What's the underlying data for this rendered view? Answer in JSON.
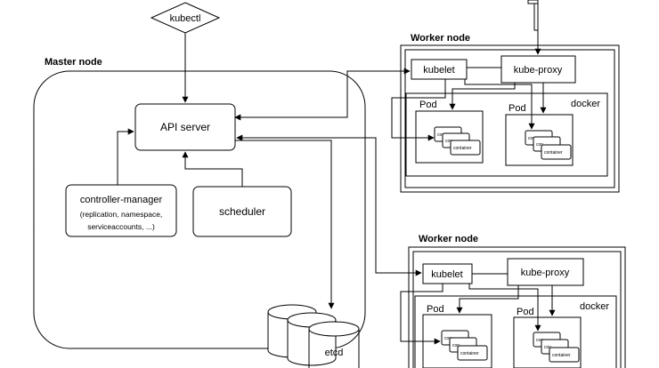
{
  "kubectl": "kubectl",
  "master": {
    "title": "Master node",
    "api_server": "API server",
    "controller_manager": {
      "line1": "controller-manager",
      "line2": "(replication, namespace,",
      "line3": "serviceaccounts, ...)"
    },
    "scheduler": "scheduler",
    "etcd": "etcd"
  },
  "workers": [
    {
      "title": "Worker node",
      "kubelet": "kubelet",
      "kube_proxy": "kube-proxy",
      "docker": "docker",
      "pods": [
        {
          "label": "Pod",
          "containers": [
            "con",
            "con",
            "container"
          ]
        },
        {
          "label": "Pod",
          "containers": [
            "con",
            "con",
            "container"
          ]
        }
      ]
    },
    {
      "title": "Worker node",
      "kubelet": "kubelet",
      "kube_proxy": "kube-proxy",
      "docker": "docker",
      "pods": [
        {
          "label": "Pod",
          "containers": [
            "con",
            "con",
            "container"
          ]
        },
        {
          "label": "Pod",
          "containers": [
            "con",
            "con",
            "container"
          ]
        }
      ]
    }
  ]
}
